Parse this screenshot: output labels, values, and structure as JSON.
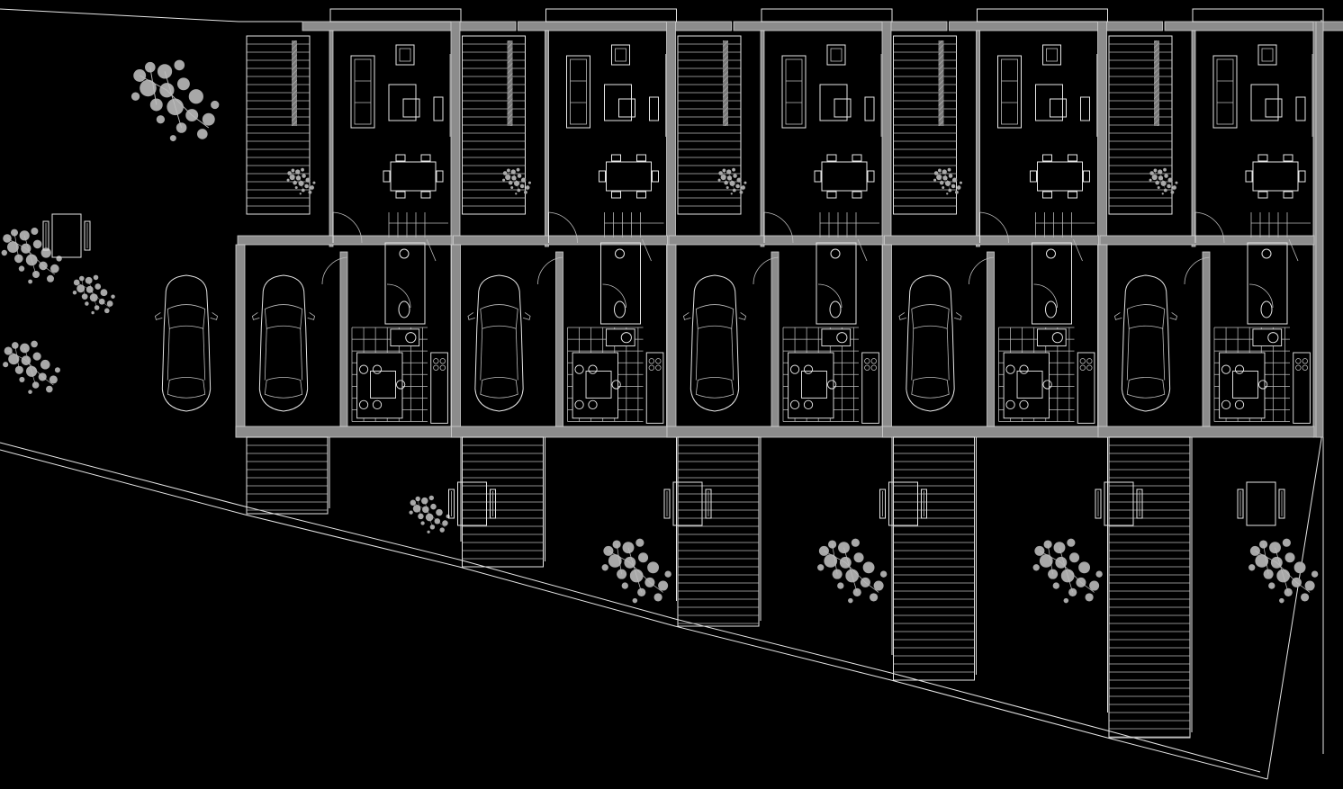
{
  "drawing": {
    "line_color": "#e6e6e6",
    "wall_fill": "#8c8c8c",
    "background": "#000000"
  },
  "units": [
    {
      "id": "unit-1"
    },
    {
      "id": "unit-2"
    },
    {
      "id": "unit-3"
    },
    {
      "id": "unit-4"
    },
    {
      "id": "unit-5"
    }
  ],
  "site": {
    "street_car_count": 1,
    "street_tree_count": 4,
    "outdoor_table_count": 1
  }
}
